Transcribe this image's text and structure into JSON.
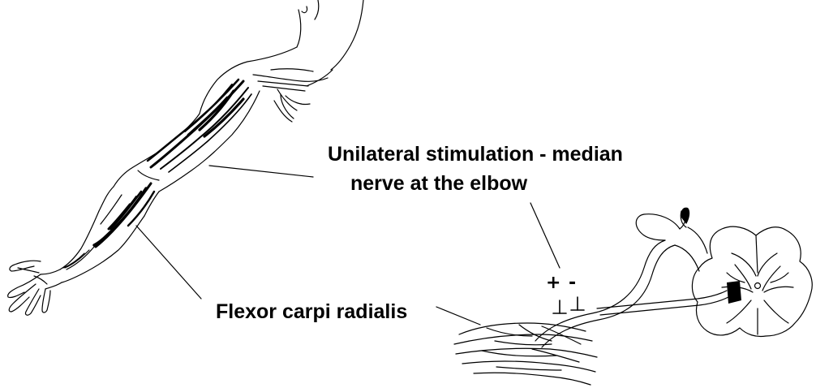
{
  "labels": {
    "stimulation_line1": "Unilateral stimulation - median",
    "stimulation_line2": "nerve at the elbow",
    "muscle": "Flexor carpi radialis",
    "electrode_plus": "+",
    "electrode_minus": "-"
  },
  "colors": {
    "ink": "#000000",
    "background": "#ffffff"
  }
}
